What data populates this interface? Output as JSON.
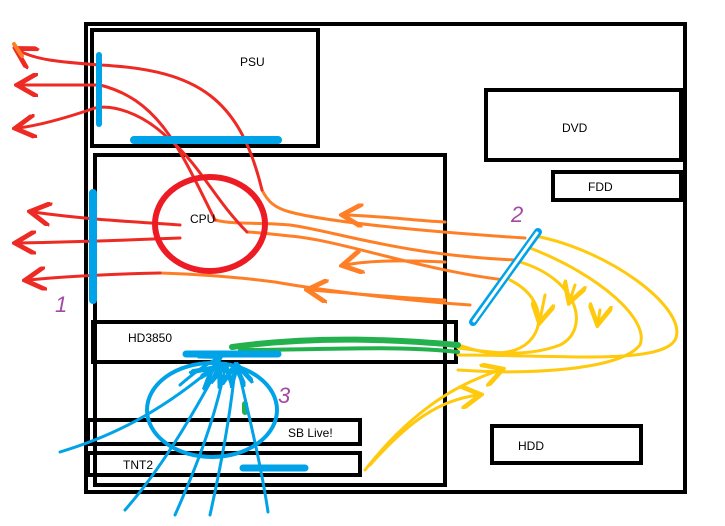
{
  "labels": {
    "psu": "PSU",
    "dvd": "DVD",
    "fdd": "FDD",
    "cpu": "CPU",
    "gpu": "HD3850",
    "sound": "SB Live!",
    "tnt": "TNT2",
    "hdd": "HDD",
    "num1": "1",
    "num2": "2",
    "num3": "3"
  },
  "colors": {
    "outline": "#000000",
    "exhaust": "#ee2a24",
    "intake_front": "#ff7f27",
    "hdd_air": "#ffc90e",
    "fan": "#00a2e8",
    "gpu_air": "#22b14c",
    "cpu_circle": "#ed1c24",
    "number": "#a349a4"
  }
}
